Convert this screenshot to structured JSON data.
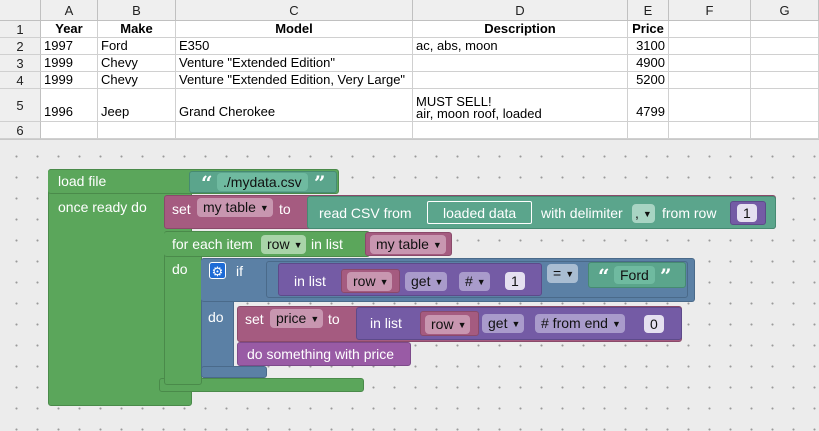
{
  "spreadsheet": {
    "columns": [
      "A",
      "B",
      "C",
      "D",
      "E",
      "F",
      "G"
    ],
    "rows": [
      {
        "num": "1",
        "cells": [
          "Year",
          "Make",
          "Model",
          "Description",
          "Price",
          "",
          ""
        ]
      },
      {
        "num": "2",
        "cells": [
          "1997",
          "Ford",
          "E350",
          "ac, abs, moon",
          "3100",
          "",
          ""
        ]
      },
      {
        "num": "3",
        "cells": [
          "1999",
          "Chevy",
          "Venture \"Extended Edition\"",
          "",
          "4900",
          "",
          ""
        ]
      },
      {
        "num": "4",
        "cells": [
          "1999",
          "Chevy",
          "Venture \"Extended Edition, Very Large\"",
          "",
          "5200",
          "",
          ""
        ]
      },
      {
        "num": "5",
        "cells": [
          "1996",
          "Jeep",
          "Grand Cherokee",
          "MUST SELL!\nair, moon roof, loaded",
          "4799",
          "",
          ""
        ]
      },
      {
        "num": "6",
        "cells": [
          "",
          "",
          "",
          "",
          "",
          "",
          ""
        ]
      }
    ]
  },
  "blocks": {
    "load_file": {
      "label": "load file",
      "file": "./mydata.csv",
      "once_ready": "once ready do"
    },
    "set_table": {
      "set": "set",
      "var": "my table",
      "to": "to"
    },
    "read_csv": {
      "label": "read CSV from",
      "source": "loaded data",
      "with_delimiter": "with delimiter",
      "delimiter": ",",
      "from_row": "from row",
      "row_num": "1"
    },
    "for_each": {
      "label": "for each item",
      "var": "row",
      "in_list": "in list",
      "list": "my table",
      "do": "do"
    },
    "if_block": {
      "if": "if",
      "do": "do"
    },
    "compare": {
      "in_list": "in list",
      "list_var": "row",
      "get": "get",
      "index_mode": "#",
      "index": "1",
      "op": "=",
      "value": "Ford"
    },
    "set_price": {
      "set": "set",
      "var": "price",
      "to": "to"
    },
    "in_list_price": {
      "in_list": "in list",
      "list_var": "row",
      "get": "get",
      "index_mode": "# from end",
      "index": "0"
    },
    "do_something": {
      "label": "do something with price"
    }
  },
  "colors": {
    "procedure": "#5ba65b",
    "variables": "#a55b80",
    "lists": "#745ba5",
    "logic": "#5b80a5",
    "text": "#5ba58c",
    "procedure_call": "#995ba5"
  },
  "icons": {
    "gear": "gear-icon",
    "dropdown": "dropdown-arrow-icon",
    "quote": "quote-icon"
  }
}
